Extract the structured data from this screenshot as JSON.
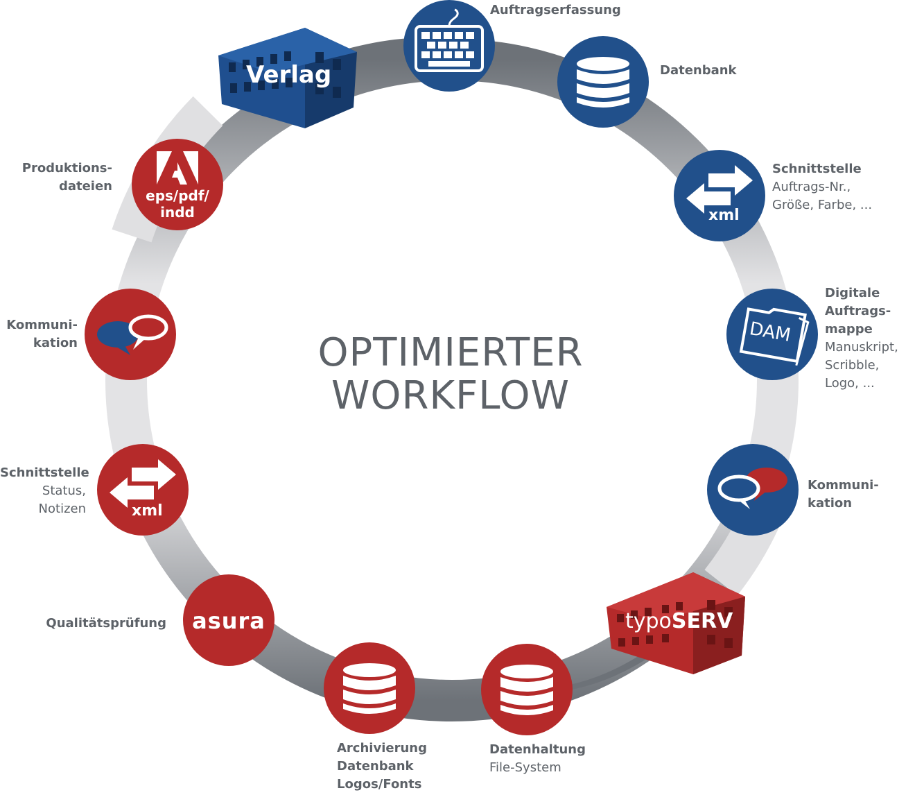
{
  "title": {
    "line1": "OPTIMIERTER",
    "line2": "WORKFLOW"
  },
  "colors": {
    "blue": "#21508b",
    "red": "#b52a2a",
    "ring_light": "#e0e0e2",
    "ring_dark": "#6d7278",
    "text": "#5d6268"
  },
  "buildings": {
    "verlag": {
      "label": "Verlag"
    },
    "typoserv": {
      "label_light": "typo",
      "label_bold": "SERV"
    }
  },
  "nodes": {
    "auftragserfassung": {
      "icon": "keyboard-icon",
      "label": "Auftragserfassung"
    },
    "datenbank": {
      "icon": "database-icon",
      "label": "Datenbank"
    },
    "schnittstelle_blue": {
      "icon": "xml-exchange-icon",
      "icon_text": "xml",
      "label": "Schnittstelle",
      "detail1": "Auftrags-Nr.,",
      "detail2": "Größe, Farbe, ..."
    },
    "dam": {
      "icon": "dam-folder-icon",
      "icon_text": "DAM",
      "label1": "Digitale",
      "label2": "Auftrags-",
      "label3": "mappe",
      "detail1": "Manuskript,",
      "detail2": "Scribble,",
      "detail3": "Logo, ..."
    },
    "kommunikation_blue": {
      "icon": "speech-bubbles-icon",
      "label1": "Kommuni-",
      "label2": "kation"
    },
    "datenhaltung": {
      "icon": "database-icon",
      "label": "Datenhaltung",
      "detail": "File-System"
    },
    "archivierung": {
      "icon": "database-icon",
      "label1": "Archivierung",
      "label2": "Datenbank",
      "label3": "Logos/Fonts"
    },
    "qualitaet": {
      "icon": "asura-logo",
      "icon_text": "asura",
      "label": "Qualitätsprüfung"
    },
    "schnittstelle_red": {
      "icon": "xml-exchange-icon",
      "icon_text": "xml",
      "label": "Schnittstelle",
      "detail1": "Status,",
      "detail2": "Notizen"
    },
    "kommunikation_red": {
      "icon": "speech-bubbles-icon",
      "label1": "Kommuni-",
      "label2": "kation"
    },
    "produktion": {
      "icon": "adobe-icon",
      "icon_text1": "eps/pdf/",
      "icon_text2": "indd",
      "label1": "Produktions-",
      "label2": "dateien"
    }
  }
}
